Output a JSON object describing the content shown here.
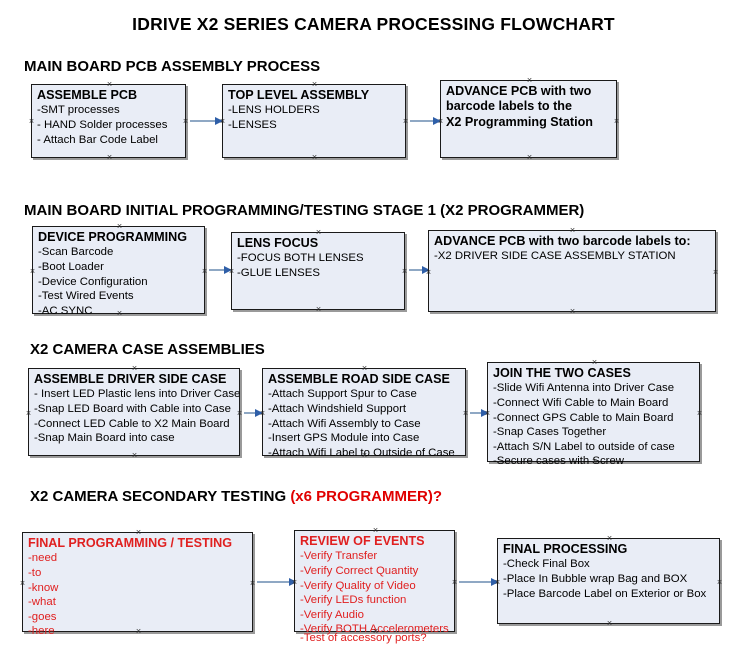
{
  "title": "IDRIVE X2  SERIES CAMERA PROCESSING FLOWCHART",
  "theme": {
    "node_fill": "#e9edf6",
    "node_border": "#1a1a1a",
    "arrow_line": "#8fa8c4",
    "arrow_head": "#2f5fa8",
    "accent_red": "#e02020",
    "text": "#000000",
    "background": "#ffffff"
  },
  "sections": [
    {
      "heading": "MAIN BOARD PCB ASSEMBLY PROCESS",
      "heading_accent": "",
      "nodes": [
        {
          "title": "ASSEMBLE PCB",
          "items": [
            "-SMT processes",
            "- HAND Solder processes",
            "- Attach Bar Code Label"
          ]
        },
        {
          "title": "TOP LEVEL ASSEMBLY",
          "items": [
            "-LENS HOLDERS",
            "-LENSES"
          ]
        },
        {
          "title": "ADVANCE PCB with two",
          "items": [
            "barcode labels to the",
            " X2 Programming Station"
          ]
        }
      ]
    },
    {
      "heading": "MAIN BOARD INITIAL PROGRAMMING/TESTING STAGE 1 (X2 PROGRAMMER)",
      "heading_accent": "",
      "nodes": [
        {
          "title": "DEVICE PROGRAMMING",
          "items": [
            "-Scan Barcode",
            "-Boot Loader",
            "-Device Configuration",
            "-Test Wired Events",
            "-AC SYNC"
          ]
        },
        {
          "title": "LENS FOCUS",
          "items": [
            "-FOCUS BOTH LENSES",
            "-GLUE LENSES"
          ]
        },
        {
          "title": "ADVANCE PCB with two barcode labels to:",
          "items": [
            "-X2 DRIVER  SIDE  CASE  ASSEMBLY STATION"
          ]
        }
      ]
    },
    {
      "heading": "X2 CAMERA CASE ASSEMBLIES",
      "heading_accent": "",
      "nodes": [
        {
          "title": "ASSEMBLE DRIVER SIDE CASE",
          "items": [
            "- Insert LED Plastic lens into Driver Case",
            "-Snap LED Board with Cable into Case",
            "-Connect LED Cable to X2 Main Board",
            "-Snap Main Board into case"
          ]
        },
        {
          "title": "ASSEMBLE ROAD SIDE CASE",
          "items": [
            "-Attach Support Spur to Case",
            "-Attach Windshield Support",
            "-Attach Wifi Assembly to Case",
            "-Insert GPS Module into Case",
            "-Attach Wifi Label to Outside of Case"
          ]
        },
        {
          "title": "JOIN THE TWO CASES",
          "items": [
            "-Slide Wifi Antenna into Driver Case",
            "-Connect Wifi Cable to Main Board",
            "-Connect GPS Cable to Main Board",
            "-Snap Cases Together",
            "-Attach S/N Label to outside of case",
            "-Secure cases with Screw"
          ]
        }
      ]
    },
    {
      "heading": "X2 CAMERA SECONDARY TESTING ",
      "heading_accent": "(x6 PROGRAMMER)?",
      "nodes": [
        {
          "title": "FINAL PROGRAMMING / TESTING",
          "items": [
            "-need",
            "-to",
            "-know",
            "-what",
            "-goes",
            "-here"
          ]
        },
        {
          "title": "REVIEW OF EVENTS",
          "items": [
            "-Verify Transfer",
            "-Verify Correct Quantity",
            "-Verify Quality of Video",
            "-Verify LEDs function",
            "-Verify Audio",
            "-Verify BOTH Accelerometers"
          ],
          "overflow_item": "-Test of accessory ports?"
        },
        {
          "title": "FINAL PROCESSING",
          "items": [
            " -Check Final Box",
            "-Place In Bubble wrap Bag and BOX",
            "-Place Barcode Label on Exterior or Box"
          ]
        }
      ]
    }
  ]
}
